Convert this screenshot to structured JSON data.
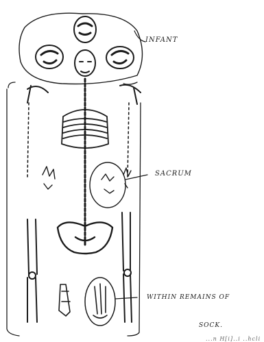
{
  "labels": {
    "infant": "INFANT",
    "sacrum": "SACRUM",
    "within_line1": "WITHIN  REMAINS OF",
    "within_line2": "SOCK.",
    "corner_fragment": "...n  H[i]..i ..hcli"
  },
  "colors": {
    "ink": "#1a1a1a",
    "paper": "#ffffff"
  }
}
